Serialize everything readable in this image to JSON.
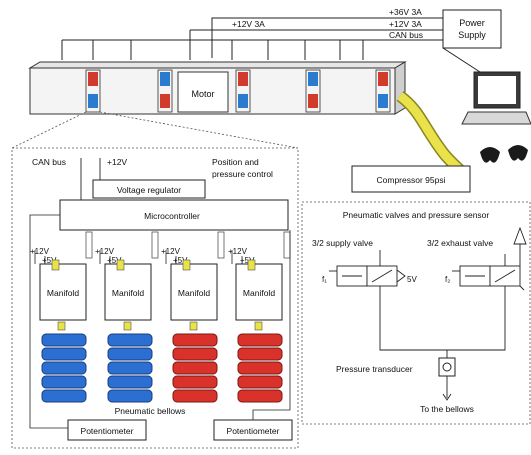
{
  "power": {
    "box_label_line1": "Power",
    "box_label_line2": "Supply",
    "rail_36v": "+36V 3A",
    "rail_12v_right": "+12V 3A",
    "rail_12v_mid": "+12V 3A",
    "can_bus_top": "CAN bus"
  },
  "robot": {
    "motor_label": "Motor"
  },
  "compressor": {
    "label": "Compressor 95psi"
  },
  "controller": {
    "can_bus": "CAN bus",
    "plus12": "+12V",
    "position_line1": "Position and",
    "position_line2": "pressure control",
    "voltage_regulator": "Voltage regulator",
    "microcontroller": "Microcontroller",
    "v12_label": "+12V",
    "v5_label": "+5V",
    "manifold_label": "Manifold",
    "bellows_label": "Pneumatic bellows",
    "potentiometer_label": "Potentiometer"
  },
  "pneumatics": {
    "title": "Pneumatic valves and pressure sensor",
    "supply_valve": "3/2 supply valve",
    "exhaust_valve": "3/2 exhaust valve",
    "in_label": "f₁",
    "out_label": "f₂",
    "v5": "5V",
    "transducer": "Pressure transducer",
    "to_bellows": "To the bellows"
  },
  "colors": {
    "bellows_blue": "#2a6fd1",
    "bellows_red": "#d8322a",
    "tube_yellow": "#e9e24a",
    "joint_blue": "#2a7ad0",
    "joint_red": "#d23a2c"
  }
}
